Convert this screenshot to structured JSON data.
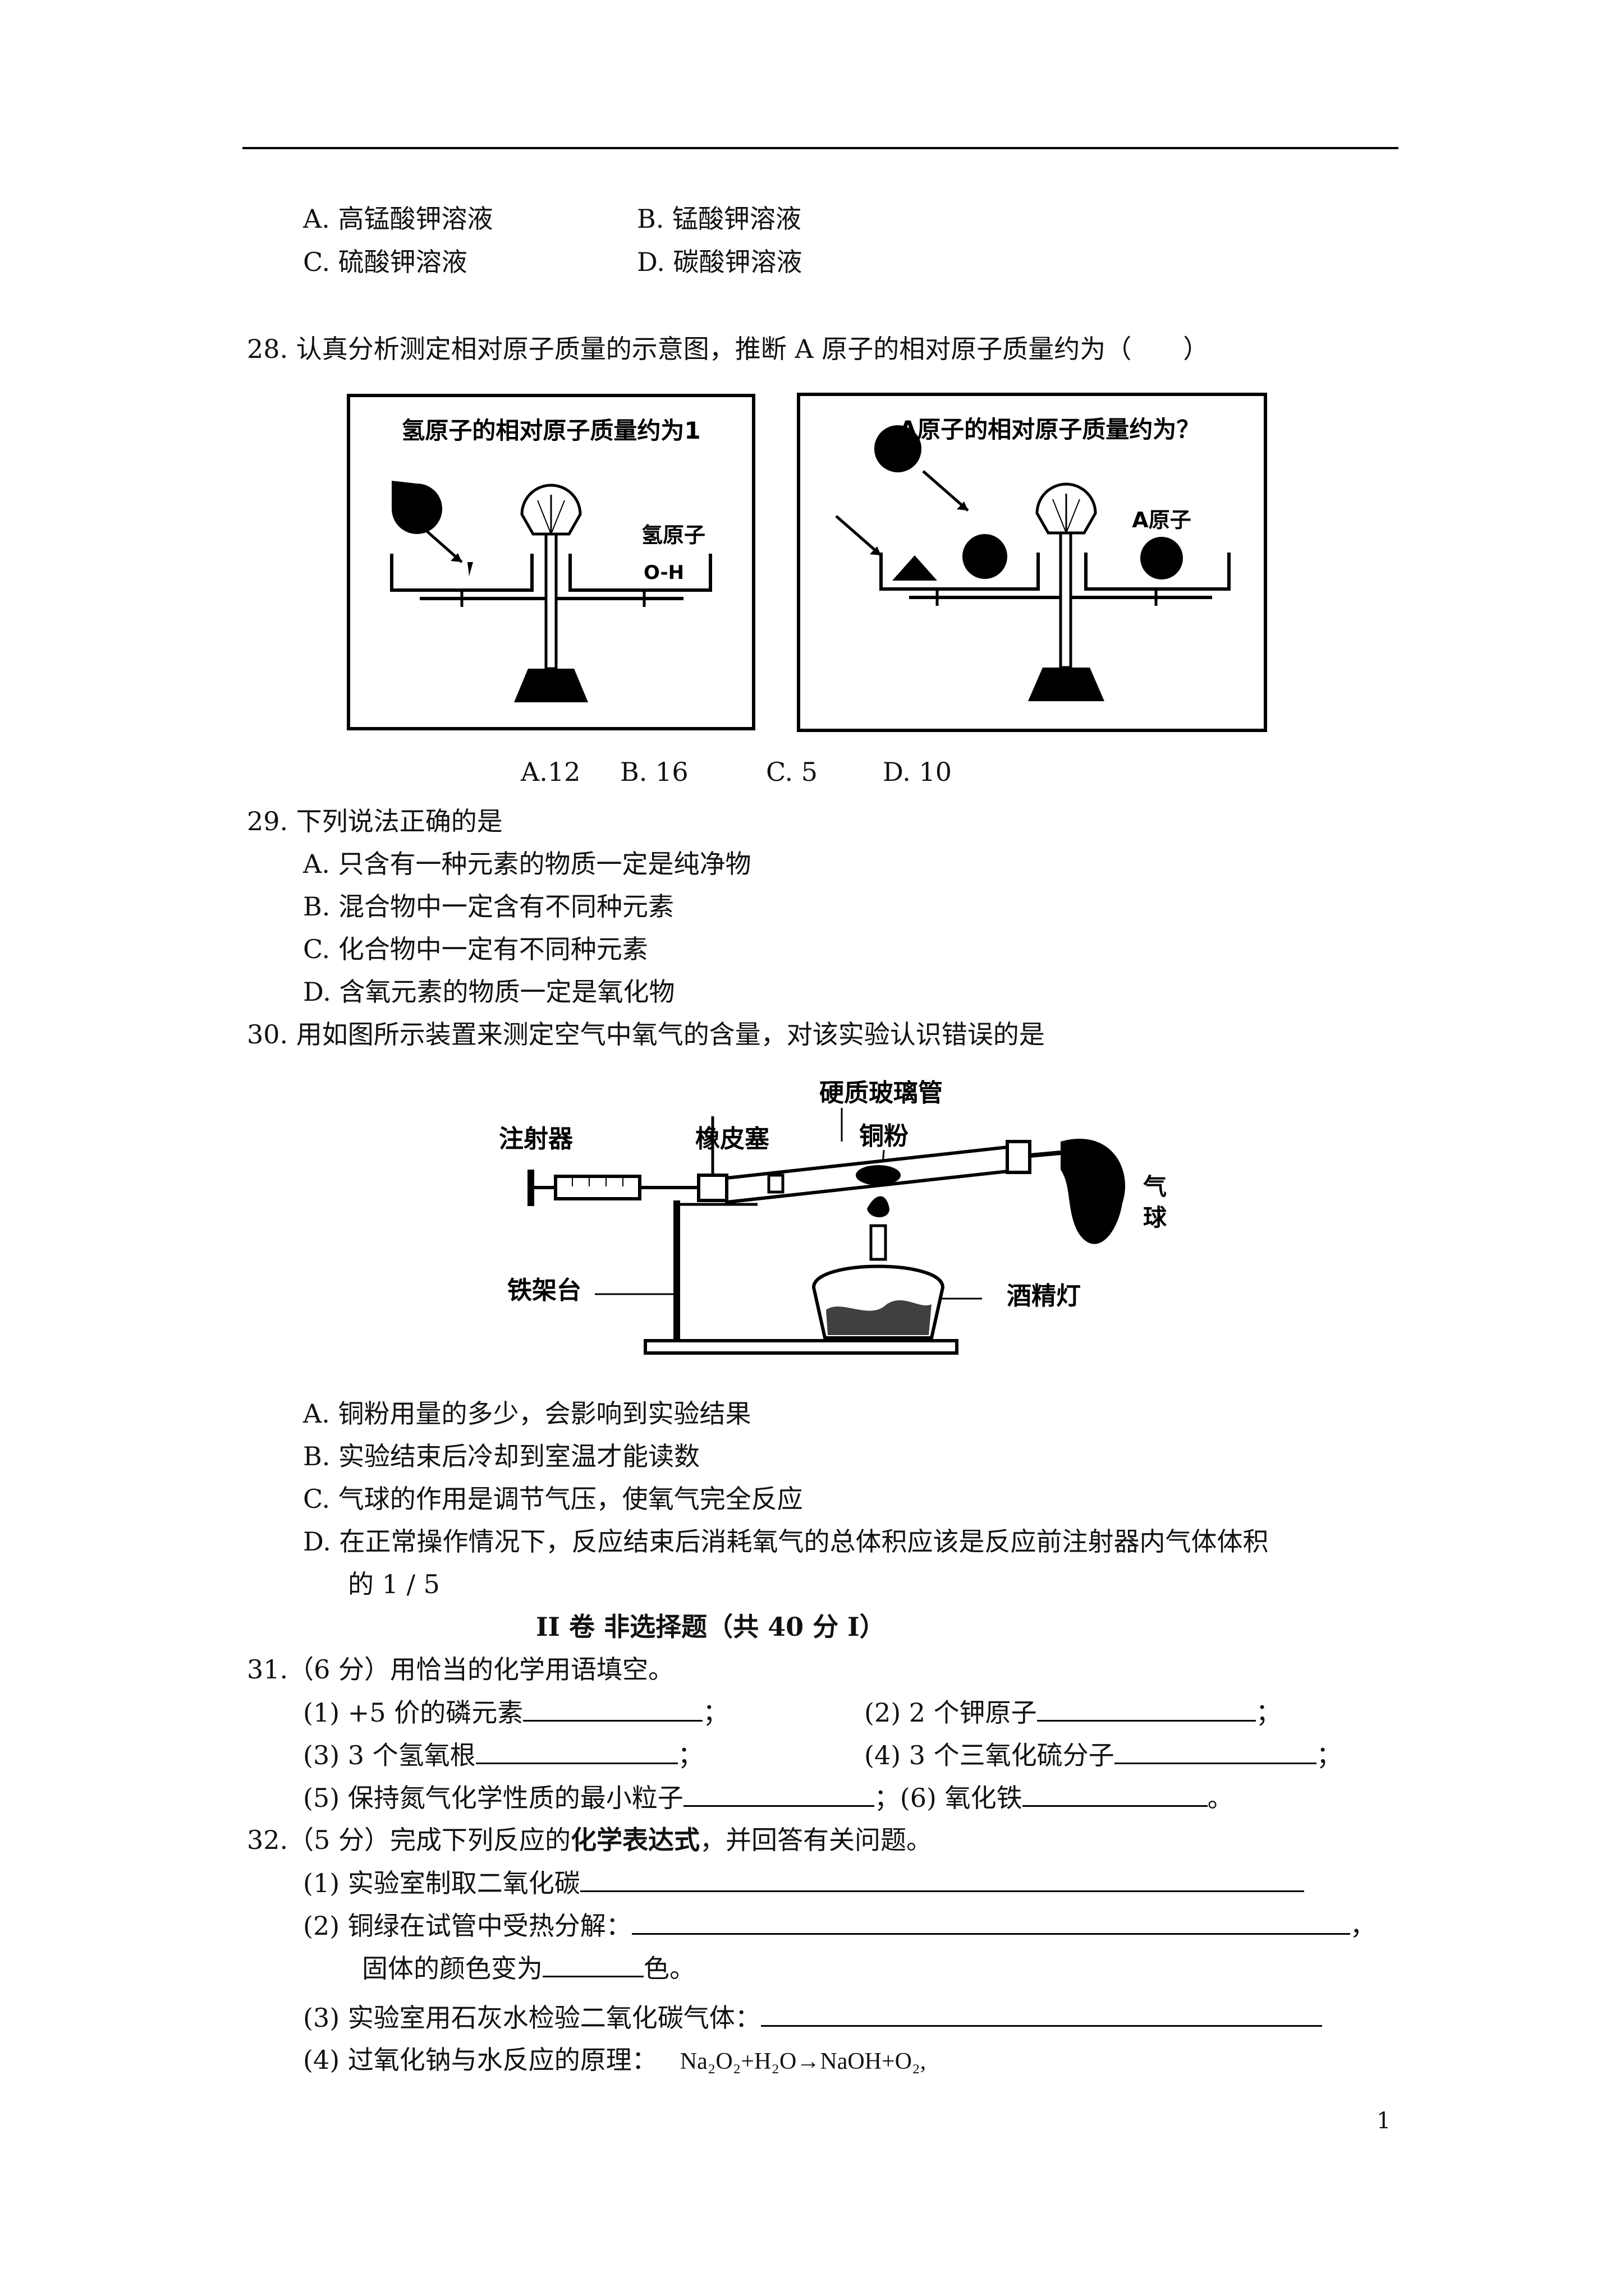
{
  "q27": {
    "opt_a": "A. 高锰酸钾溶液",
    "opt_b": "B. 锰酸钾溶液",
    "opt_c": "C. 硫酸钾溶液",
    "opt_d": "D. 碳酸钾溶液"
  },
  "q28": {
    "stem": "28. 认真分析测定相对原子质量的示意图，推断 A 原子的相对原子质量约为（　　）",
    "fig_left_title": "氢原子的相对原子质量约为1",
    "fig_left_label": "氢原子",
    "fig_left_atom": "O-H",
    "fig_right_title": "A原子的相对原子质量约为？",
    "fig_right_label": "A原子",
    "opt_a": "A.12",
    "opt_b": "B. 16",
    "opt_c": "C. 5",
    "opt_d": "D. 10"
  },
  "q29": {
    "stem": "29. 下列说法正确的是",
    "opt_a": "A. 只含有一种元素的物质一定是纯净物",
    "opt_b": "B. 混合物中一定含有不同种元素",
    "opt_c": "C. 化合物中一定有不同种元素",
    "opt_d": "D. 含氧元素的物质一定是氧化物"
  },
  "q30": {
    "stem": "30. 用如图所示装置来测定空气中氧气的含量，对该实验认识错误的是",
    "lbl_tube": "硬质玻璃管",
    "lbl_syringe": "注射器",
    "lbl_stopper": "橡皮塞",
    "lbl_copper": "铜粉",
    "lbl_balloon_1": "气",
    "lbl_balloon_2": "球",
    "lbl_stand": "铁架台",
    "lbl_lamp": "酒精灯",
    "opt_a": "A. 铜粉用量的多少，会影响到实验结果",
    "opt_b": "B. 实验结束后冷却到室温才能读数",
    "opt_c": "C. 气球的作用是调节气压，使氧气完全反应",
    "opt_d_1": "D. 在正常操作情况下，反应结束后消耗氧气的总体积应该是反应前注射器内气体体积",
    "opt_d_2": "的 1 / 5"
  },
  "section2": "II 卷  非选择题（共 40 分 I）",
  "q31": {
    "stem": "31.（6 分）用恰当的化学用语填空。",
    "i1": "(1) +5 价的磷元素",
    "i1_end": "；",
    "i2": "(2) 2 个钾原子",
    "i2_end": "；",
    "i3": "(3) 3 个氢氧根",
    "i3_end": "；",
    "i4": "(4) 3 个三氧化硫分子",
    "i4_end": "；",
    "i5": "(5) 保持氮气化学性质的最小粒子",
    "i5_end": "；",
    "i6": "(6) 氧化铁",
    "i6_end": "。"
  },
  "q32": {
    "stem_a": "32.（5 分）完成下列反应的",
    "stem_bold": "化学表达式",
    "stem_b": "，并回答有关问题。",
    "i1": "(1) 实验室制取二氧化碳",
    "i2": "(2) 铜绿在试管中受热分解：",
    "i2_end": "，",
    "i2_cont_a": "固体的颜色变为",
    "i2_cont_b": "色。",
    "i3": "(3) 实验室用石灰水检验二氧化碳气体：",
    "i4": "(4) 过氧化钠与水反应的原理：",
    "i4_eq": "Na₂O₂+H₂O→NaOH+O₂,"
  },
  "page_number": "1"
}
